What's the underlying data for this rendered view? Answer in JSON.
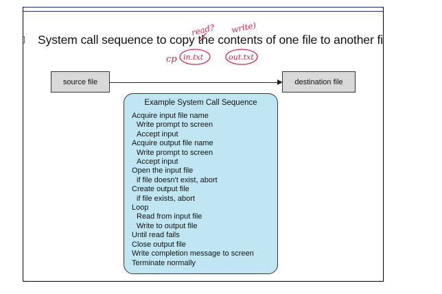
{
  "slide": {
    "title": "System call sequence to copy the contents of one file to another fi"
  },
  "handwriting": {
    "read": "read?",
    "write": "write)",
    "cp": "cp",
    "input": "in.txt",
    "output": "out.txt",
    "color": "#d8254a"
  },
  "diagram": {
    "source_label": "source file",
    "destination_label": "destination  file",
    "sequence_title": "Example System Call Sequence",
    "steps": [
      {
        "text": "Acquire input file name",
        "indent": false
      },
      {
        "text": "Write prompt to screen",
        "indent": true
      },
      {
        "text": "Accept input",
        "indent": true
      },
      {
        "text": "Acquire output file name",
        "indent": false
      },
      {
        "text": "Write prompt to screen",
        "indent": true
      },
      {
        "text": "Accept input",
        "indent": true
      },
      {
        "text": "Open the input file",
        "indent": false
      },
      {
        "text": "if file doesn't exist, abort",
        "indent": true
      },
      {
        "text": "Create output file",
        "indent": false
      },
      {
        "text": "if file exists, abort",
        "indent": true
      },
      {
        "text": "Loop",
        "indent": false
      },
      {
        "text": "Read from input file",
        "indent": true
      },
      {
        "text": "Write to output file",
        "indent": true
      },
      {
        "text": "Until read fails",
        "indent": false
      },
      {
        "text": "Close output file",
        "indent": false
      },
      {
        "text": "Write completion message to screen",
        "indent": false
      },
      {
        "text": "Terminate normally",
        "indent": false
      }
    ],
    "colors": {
      "sequence_fill": "#bfe6f2",
      "file_box_fill": "#d9d9d9",
      "rule": "#1c2f6e"
    }
  }
}
